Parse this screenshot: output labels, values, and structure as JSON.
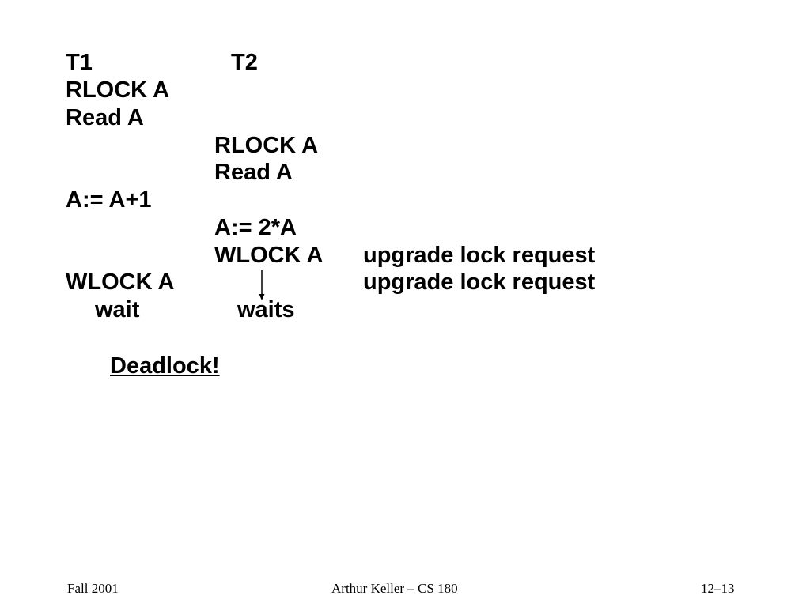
{
  "slide": {
    "header": {
      "t1": "T1",
      "t2": "T2"
    },
    "t1_ops": {
      "rlock": "RLOCK A",
      "read": "Read A",
      "assign": "A:= A+1",
      "wlock": "WLOCK A",
      "wait": "wait"
    },
    "t2_ops": {
      "rlock": "RLOCK A",
      "read": "Read A",
      "assign": "A:= 2*A",
      "wlock": "WLOCK A",
      "waits": "waits"
    },
    "notes": {
      "upgrade_1": "upgrade lock request",
      "upgrade_2": "upgrade lock request"
    },
    "conclusion": "Deadlock!"
  },
  "footer": {
    "left": "Fall 2001",
    "center": "Arthur Keller – CS 180",
    "right": "12–13"
  },
  "colors": {
    "text": "#000000",
    "background": "#ffffff"
  }
}
